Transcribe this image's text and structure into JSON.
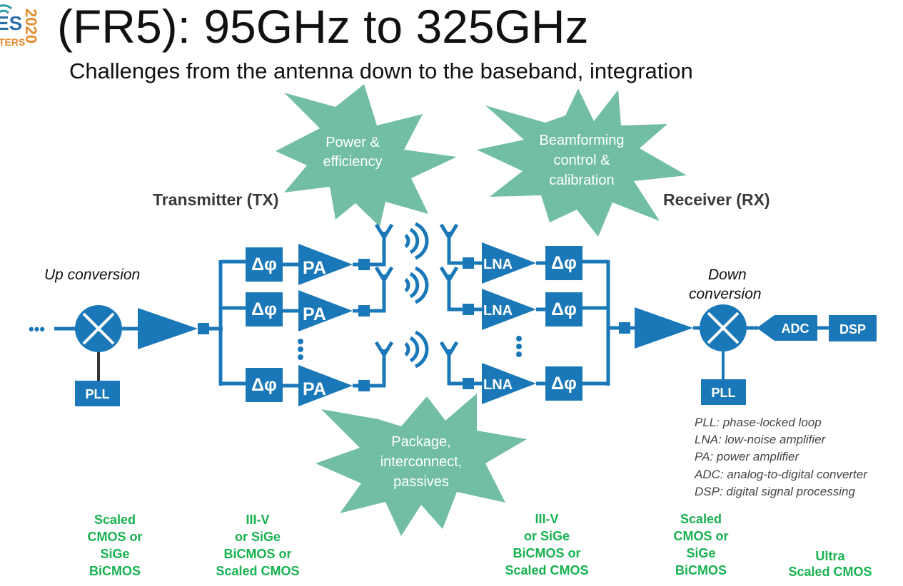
{
  "logo": {
    "text": "ES",
    "sub": "TERS",
    "year": "2020"
  },
  "slide": {
    "title": "(FR5): 95GHz to 325GHz",
    "subtitle": "Challenges from the antenna down to the baseband, integration"
  },
  "sections": {
    "tx": "Transmitter (TX)",
    "rx": "Receiver (RX)"
  },
  "labels": {
    "up_conversion": "Up conversion",
    "down_conversion_line1": "Down",
    "down_conversion_line2": "conversion",
    "input_dots": "•••"
  },
  "blocks": {
    "pll": "PLL",
    "phase": "Δφ",
    "pa": "PA",
    "lna": "LNA",
    "adc": "ADC",
    "dsp": "DSP"
  },
  "challenges": {
    "power": [
      "Power &",
      "efficiency"
    ],
    "beamforming": [
      "Beamforming",
      "control &",
      "calibration"
    ],
    "package": [
      "Package,",
      "interconnect,",
      "passives"
    ]
  },
  "legend": [
    "PLL: phase-locked loop",
    "LNA: low-noise amplifier",
    "PA: power amplifier",
    "ADC: analog-to-digital converter",
    "DSP: digital signal processing"
  ],
  "technologies": [
    [
      "Scaled",
      "CMOS or",
      "SiGe",
      "BiCMOS"
    ],
    [
      "III-V",
      "or SiGe",
      "BiCMOS or",
      "Scaled CMOS"
    ],
    [
      "III-V",
      "or SiGe",
      "BiCMOS or",
      "Scaled CMOS"
    ],
    [
      "Scaled",
      "CMOS or",
      "SiGe",
      "BiCMOS"
    ],
    [
      "Ultra",
      "Scaled CMOS"
    ]
  ],
  "colors": {
    "block": "#1a78b8",
    "burst": "#72bea5",
    "tech": "#17b150"
  }
}
